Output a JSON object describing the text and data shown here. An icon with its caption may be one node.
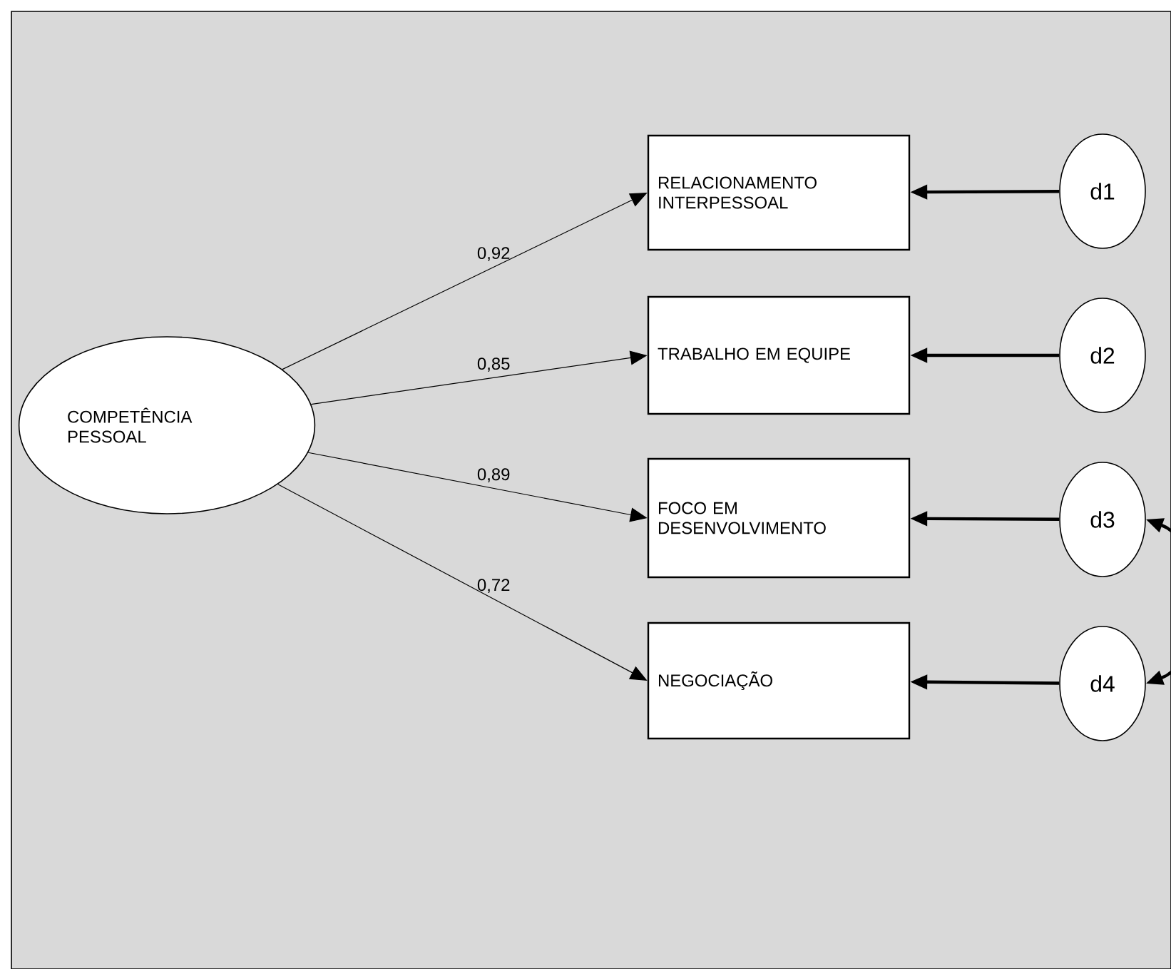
{
  "diagram": {
    "nodes": [
      {
        "text": [
          "COMPETÊNCIA PESSOAL"
        ]
      },
      {
        "text": [
          "RELACIONAMENTO INTERPESSOAL"
        ]
      },
      {
        "text": [
          "TRABALHO EM EQUIPE"
        ]
      },
      {
        "text": [
          "FOCO EM DESENVOLVIMENTO"
        ]
      },
      {
        "text": [
          "NEGOCIAÇÃO"
        ]
      },
      {
        "text": [
          "d1"
        ]
      },
      {
        "text": [
          "d2"
        ]
      },
      {
        "text": [
          "d3"
        ]
      },
      {
        "text": [
          "d4"
        ]
      }
    ],
    "edges": [
      {
        "from": 0,
        "to": 1,
        "arrow": "to",
        "label": "0,92"
      },
      {
        "from": 0,
        "to": 2,
        "arrow": "to",
        "label": "0,85"
      },
      {
        "from": 0,
        "to": 3,
        "arrow": "to",
        "label": "0,89"
      },
      {
        "from": 0,
        "to": 4,
        "arrow": "to",
        "label": "0,72"
      },
      {
        "from": 5,
        "to": 1,
        "arrow": "to"
      },
      {
        "from": 6,
        "to": 2,
        "arrow": "to"
      },
      {
        "from": 7,
        "to": 3,
        "arrow": "to"
      },
      {
        "from": 8,
        "to": 4,
        "arrow": "to"
      },
      {
        "from": 7,
        "to": 8,
        "arrow": "both"
      }
    ]
  }
}
